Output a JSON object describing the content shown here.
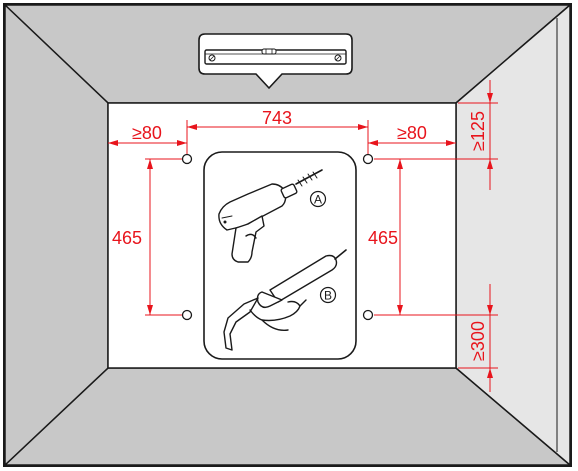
{
  "colors": {
    "dimension": "#e8141c",
    "outline": "#1a1a1a",
    "side_wall": "#c8c8c8",
    "far_wall": "#ffffff",
    "panel": "#ffffff"
  },
  "dimensions": {
    "hole_spacing_horizontal": "743",
    "edge_clearance_left": "≥80",
    "edge_clearance_right": "≥80",
    "hole_spacing_vertical_left": "465",
    "hole_spacing_vertical_right": "465",
    "clearance_top": "≥125",
    "clearance_bottom": "≥300"
  },
  "tools": {
    "drill_marker": "A",
    "sealant_gun_marker": "B",
    "drill_icon": "drill-icon",
    "sealant_gun_icon": "caulking-gun-icon",
    "level_icon": "spirit-level-icon"
  }
}
